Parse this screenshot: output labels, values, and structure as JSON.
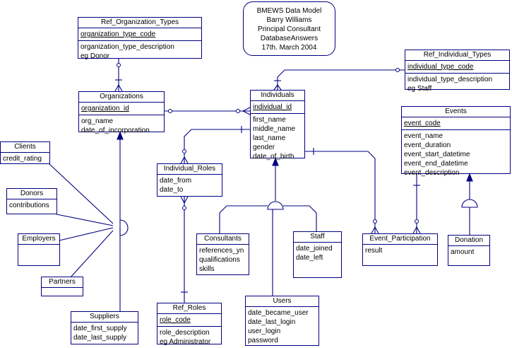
{
  "note": {
    "lines": [
      "BMEWS Data  Model",
      "Barry Williams",
      "Principal Consultant",
      "DatabaseAnswers",
      "17th. March 2004"
    ]
  },
  "entities": {
    "ref_org_types": {
      "title": "Ref_Organization_Types",
      "pk": [
        "organization_type_code"
      ],
      "attrs": [
        "organization_type_description",
        "eg Donor"
      ]
    },
    "organizations": {
      "title": "Organizations",
      "pk": [
        "organization_id"
      ],
      "attrs": [
        "org_name",
        "date_of_incorporation"
      ]
    },
    "individuals": {
      "title": "Individuals",
      "pk": [
        "individual_id"
      ],
      "attrs": [
        "first_name",
        "middle_name",
        "last_name",
        "gender",
        "date_of_birth"
      ]
    },
    "ref_individual_types": {
      "title": "Ref_Individual_Types",
      "pk": [
        "individual_type_code"
      ],
      "attrs": [
        "individual_type_description",
        "eg Staff"
      ]
    },
    "events": {
      "title": "Events",
      "pk": [
        "event_code"
      ],
      "attrs": [
        "event_name",
        "event_duration",
        "event_start_datetime",
        "event_end_datetime",
        "event_description"
      ]
    },
    "clients": {
      "title": "Clients",
      "attrs": [
        "credit_rating"
      ]
    },
    "donors": {
      "title": "Donors",
      "attrs": [
        "contributions"
      ]
    },
    "employers": {
      "title": "Employers",
      "attrs": []
    },
    "partners": {
      "title": "Partners",
      "attrs": []
    },
    "suppliers": {
      "title": "Suppliers",
      "attrs": [
        "date_first_supply",
        "date_last_supply"
      ]
    },
    "individual_roles": {
      "title": "Individual_Roles",
      "attrs": [
        "date_from",
        "date_to"
      ]
    },
    "ref_roles": {
      "title": "Ref_Roles",
      "pk": [
        "role_code"
      ],
      "attrs": [
        "role_description",
        "eg Administrator"
      ]
    },
    "consultants": {
      "title": "Consultants",
      "attrs": [
        "references_yn",
        "qualifications",
        "skills"
      ]
    },
    "staff": {
      "title": "Staff",
      "attrs": [
        "date_joined",
        "date_left"
      ]
    },
    "users": {
      "title": "Users",
      "attrs": [
        "date_became_user",
        "date_last_login",
        "user_login",
        "password"
      ]
    },
    "event_participation": {
      "title": "Event_Participation",
      "attrs": [
        "result"
      ]
    },
    "donation": {
      "title": "Donation",
      "attrs": [
        "amount"
      ]
    }
  }
}
